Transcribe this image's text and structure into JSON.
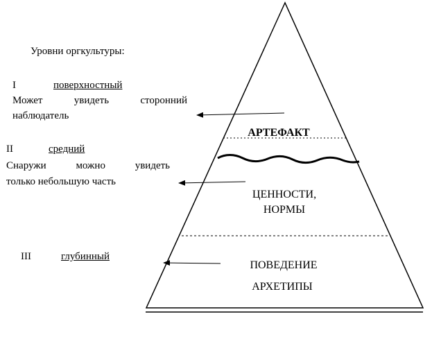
{
  "title": "Уровни оргкультуры:",
  "levels": [
    {
      "numeral": "I",
      "name": "поверхностный",
      "desc_line1_words": [
        "Может",
        "увидеть",
        "сторонний"
      ],
      "desc_line2": "наблюдатель"
    },
    {
      "numeral": "II",
      "name": "средний",
      "desc_line1_words": [
        "Снаружи",
        "можно",
        "увидеть"
      ],
      "desc_line2": "только небольшую часть"
    },
    {
      "numeral": "III",
      "name": "глубинный"
    }
  ],
  "pyramid": {
    "top_label": "АРТЕФАКТ",
    "middle_label_line1": "ЦЕННОСТИ,",
    "middle_label_line2": "НОРМЫ",
    "bottom_label_line1": "ПОВЕДЕНИЕ",
    "bottom_label_line2": "АРХЕТИПЫ"
  }
}
